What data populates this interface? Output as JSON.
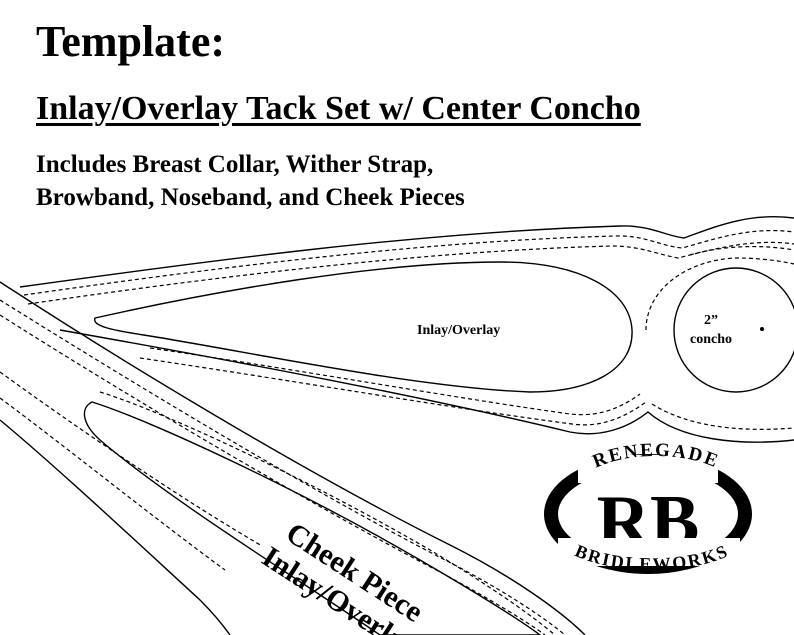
{
  "header": {
    "title": "Template:",
    "subtitle": "Inlay/Overlay Tack Set w/ Center Concho",
    "includes_line1": "Includes Breast Collar, Wither Strap,",
    "includes_line2": "Browband, Noseband, and Cheek Pieces"
  },
  "template_labels": {
    "inlay_overlay": "Inlay/Overlay",
    "concho_size": "2”",
    "concho_word": "concho",
    "cheek_piece_line1": "Cheek Piece",
    "cheek_piece_line2": "Inlay/Overlay"
  },
  "logo": {
    "top_text": "RENEGADE",
    "monogram": "RB",
    "bottom_text": "BRIDLEWORKS"
  }
}
